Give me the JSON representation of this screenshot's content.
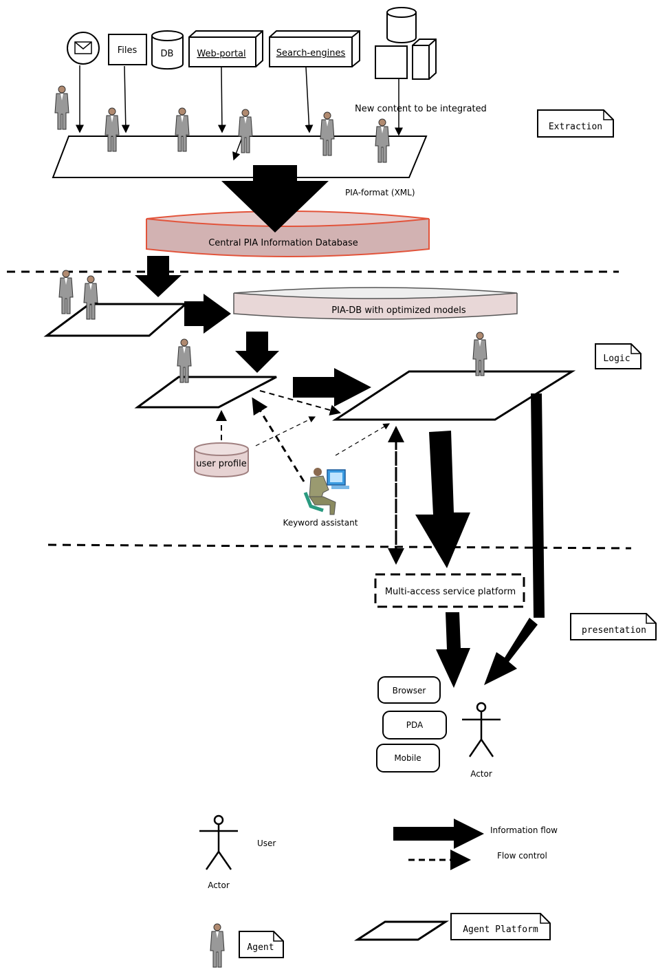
{
  "sources": {
    "files": "Files",
    "db": "DB",
    "web_portal": "Web-portal",
    "search_engines": "Search-engines",
    "new_content": "New content to be integrated"
  },
  "pia_format": "PIA-format (XML)",
  "central_db": "Central PIA Information Database",
  "optimized_db": "PIA-DB with optimized models",
  "user_profile": "user profile",
  "keyword_assistant": "Keyword assistant",
  "multi_access": "Multi-access service platform",
  "devices": [
    "Browser",
    "PDA",
    "Mobile"
  ],
  "actor": "Actor",
  "notes": {
    "extraction": "Extraction",
    "logic": "Logic",
    "presentation": "presentation",
    "agent": "Agent",
    "agent_platform": "Agent Platform"
  },
  "legend": {
    "user": "User",
    "actor": "Actor",
    "information_flow": "Information flow",
    "flow_control": "Flow control"
  }
}
